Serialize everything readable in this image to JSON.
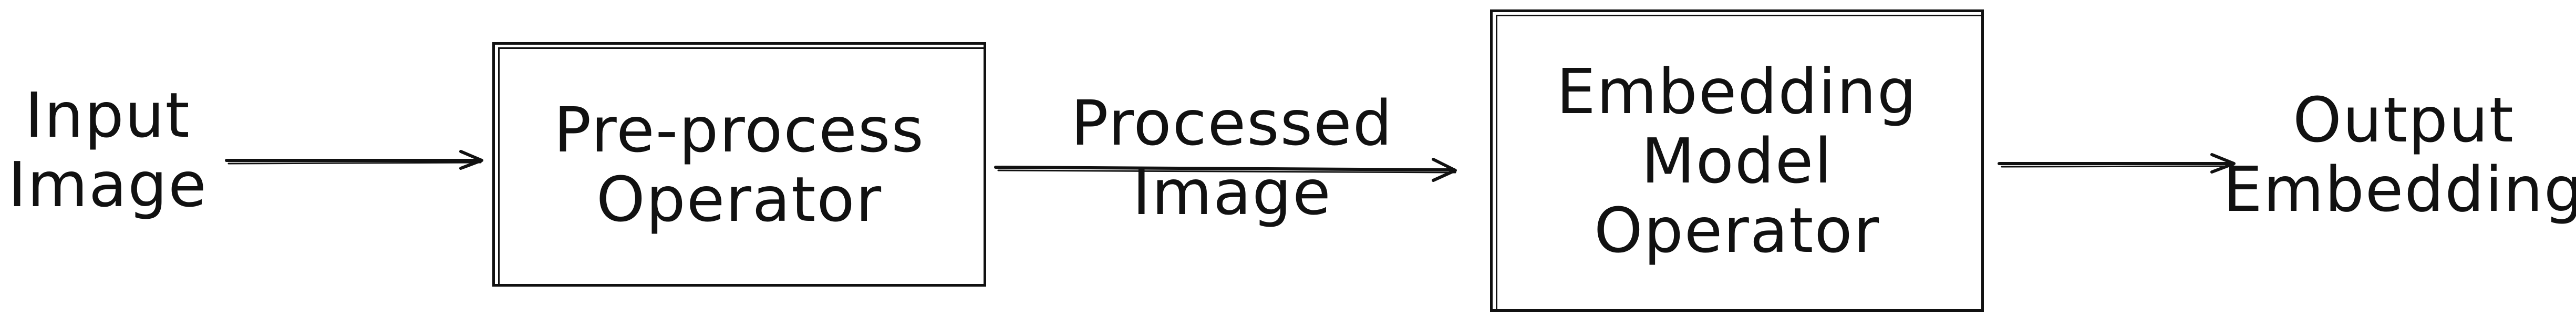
{
  "diagram": {
    "input": {
      "line1": "Input",
      "line2": "Image"
    },
    "preprocess": {
      "line1": "Pre-process",
      "line2": "Operator"
    },
    "processed": {
      "line1": "Processed",
      "line2": "Image"
    },
    "embedding_model": {
      "line1": "Embedding",
      "line2": "Model",
      "line3": "Operator"
    },
    "output": {
      "line1": "Output",
      "line2": "Embedding"
    }
  }
}
